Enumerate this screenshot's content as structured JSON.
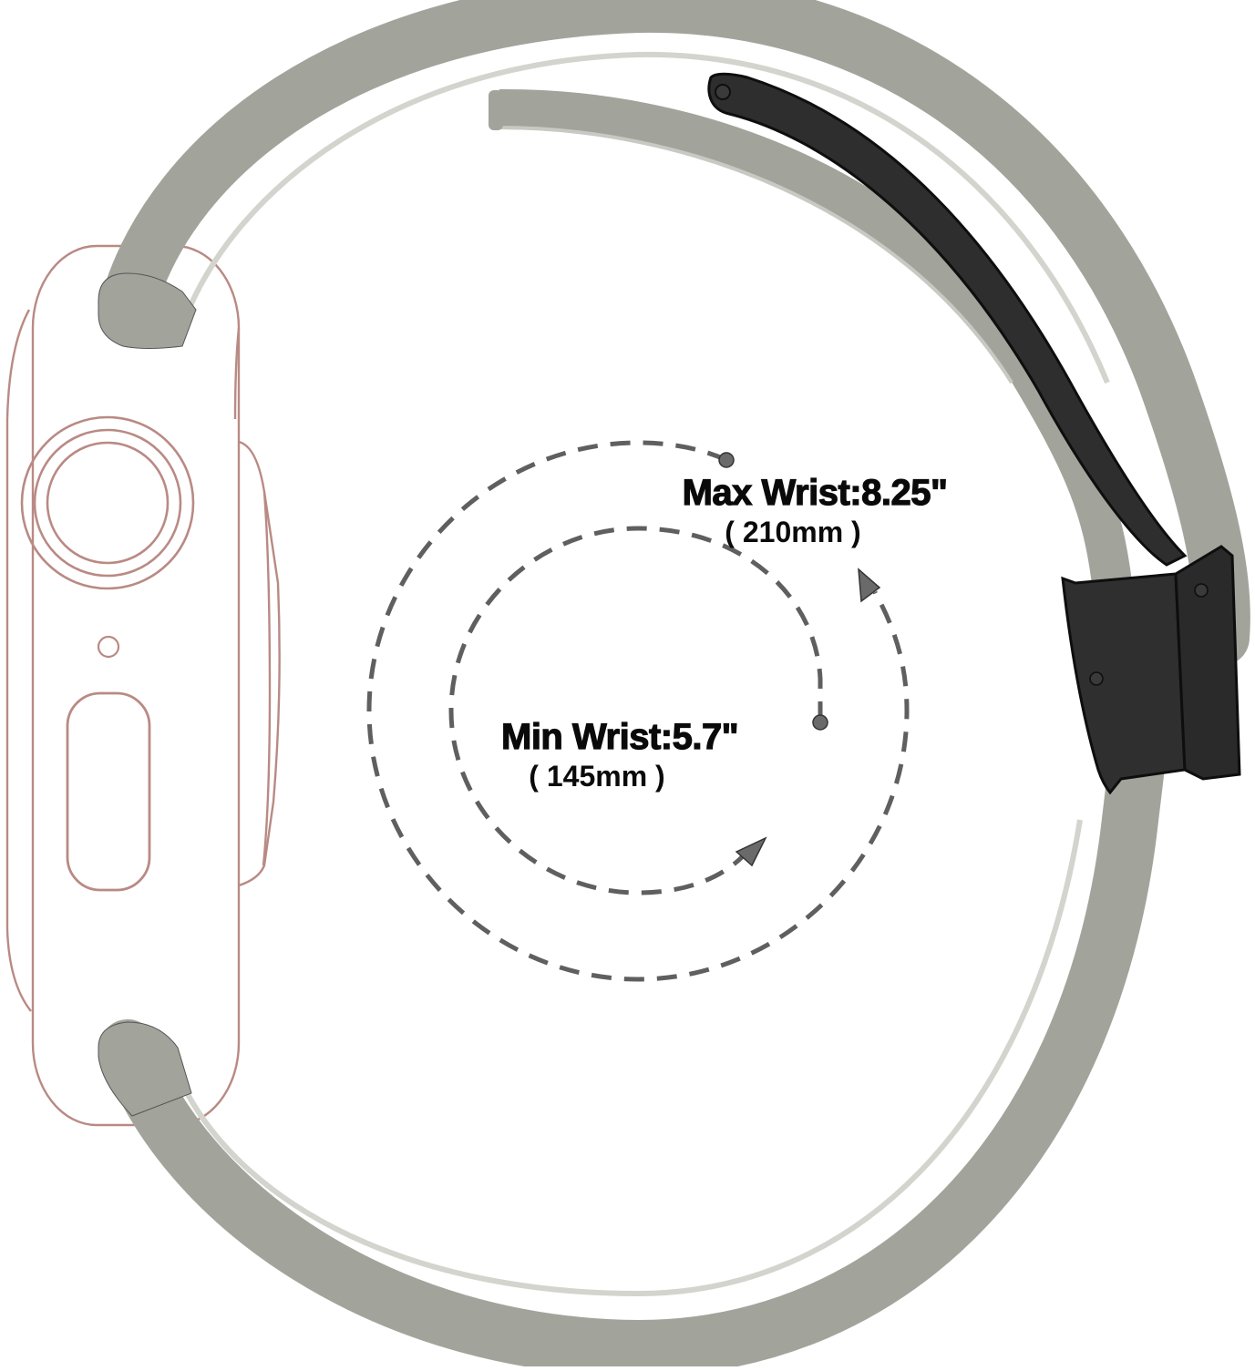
{
  "figure": {
    "subject": "Watch band with magnetic folding buckle - wrist size diagram",
    "colors": {
      "background": "#ffffff",
      "band": "#a2a39b",
      "band_edge": "#cfd0ca",
      "buckle": "#2e2e2e",
      "buckle_dark": "#111111",
      "watch_outline": "#b98a84",
      "dashed_line": "#5f5f5f",
      "text": "#0a0a0a"
    }
  },
  "labels": {
    "max": {
      "title": "Max Wrist:8.25\"",
      "metric": "( 210mm )"
    },
    "min": {
      "title": "Min Wrist:5.7\"",
      "metric": "( 145mm )"
    }
  },
  "measurements": {
    "max_wrist_in": 8.25,
    "max_wrist_mm": 210,
    "min_wrist_in": 5.7,
    "min_wrist_mm": 145
  }
}
